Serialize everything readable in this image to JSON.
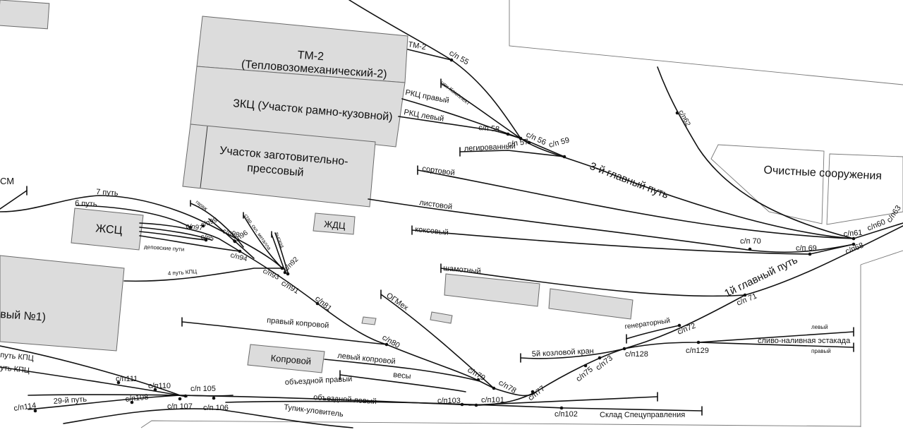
{
  "buildings": {
    "tm2": "ТМ-2",
    "tm2_sub": "(Тепловозомеханический-2)",
    "zkc": "ЗКЦ (Участок рамно-кузовной)",
    "zagot_1": "Участок заготовительно-",
    "zagot_2": "прессовый",
    "zhsc": "ЖСЦ",
    "zhdc": "ЖДЦ",
    "koprovoy": "Копровой",
    "ochistnye": "Очистные сооружения",
    "left_partial": "вый №1)",
    "left_top_partial": "СМ"
  },
  "tracks": {
    "main3": "3-й главный путь",
    "main1": "1й главный путь",
    "tm2": "ТМ-2",
    "ceh_komplekt": "цех Комплект",
    "rkc_right": "РКЦ правый",
    "rkc_left": "РКЦ левый",
    "legirovanny": "легированный",
    "sortovoy": "сортовой",
    "listovoy": "листовой",
    "koksovy": "коксовый",
    "shamotny": "шамотный",
    "t7": "7 путь",
    "t6": "6 путь",
    "garazh": "гараж",
    "star_skl_metalla": "стар. скл. металла",
    "vyskhod": "выскод",
    "depovskie": "деповские пути",
    "t4kpc": "4 путь КПЦ",
    "ogmeh": "ОГМех",
    "pravy_koprovoy": "правый копровой",
    "levy_koprovoy": "левый копровой",
    "vesy": "весы",
    "obezdnoy_pravy": "объездной правый",
    "obezdnoy_levy": "объездной левый",
    "tupik": "Тупик-уловитель",
    "kozlovoy": "5й козловой кран",
    "generatorny": "генераторный",
    "slivo": "сливо-наливная эстакада",
    "levy": "левый",
    "pravy": "правый",
    "sklad": "Склад Спецуправления",
    "t29": "29-й путь",
    "kpc_a": "путь КПЦ",
    "kpc_b": "уть КПЦ"
  },
  "switches": {
    "s55": "с/п 55",
    "s56": "с/п 56",
    "s57": "с/п 57",
    "s58": "с/п 58",
    "s59": "с/п 59",
    "s60": "с/п60",
    "s61": "с/п61",
    "s62": "с/п62",
    "s63": "с/п63",
    "s68": "с/п68",
    "s69": "с/п 69",
    "s70": "с/п 70",
    "s71": "с/п 71",
    "s72": "с/п72",
    "s73": "с/п73",
    "s75": "с/п75",
    "s77": "с/п77",
    "s78": "с/п78",
    "s79": "с/п79",
    "s80": "с/п80",
    "s81": "с/п81",
    "s91": "с/п91",
    "s92": "с/п92",
    "s93": "с/п93",
    "s94": "с/п94",
    "s95": "с/п5",
    "s96": "с/п96",
    "s97": "с/п97",
    "s98": "с/п98",
    "s99": "с/п99",
    "s101": "с/п101",
    "s102": "с/п102",
    "s103": "с/п103",
    "s105": "с/п 105",
    "s106": "с/п 106",
    "s107": "с/п 107",
    "s108": "с/п108",
    "s110": "с/п110",
    "s111": "с/п111",
    "s114": "с/п114",
    "s128": "с/п128",
    "s129": "с/п129"
  }
}
